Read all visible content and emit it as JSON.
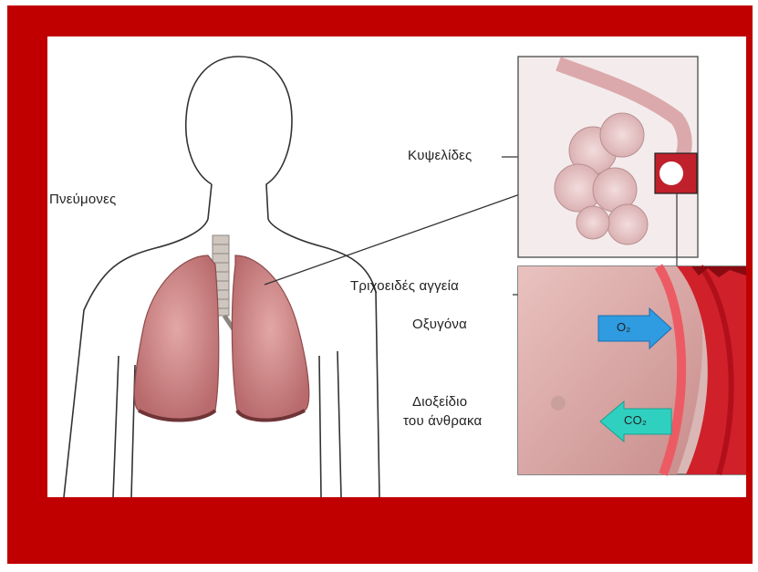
{
  "colors": {
    "frame": "#c00000",
    "panel": "#ffffff",
    "lung": "#c97c7c",
    "blood": "#d0202a",
    "oxygen_arrow": "#2f9be0",
    "co2_arrow": "#2fd0c0"
  },
  "labels": {
    "lungs": "Πνεύμονες",
    "alveoli": "Κυψελίδες",
    "capillaries": "Τριχοειδές αγγεία",
    "oxygen": "Οξυγόνα",
    "co2_line1": "Διοξείδιο",
    "co2_line2": "του άνθρακα",
    "o2_symbol": "O₂",
    "co2_symbol": "CO₂"
  }
}
